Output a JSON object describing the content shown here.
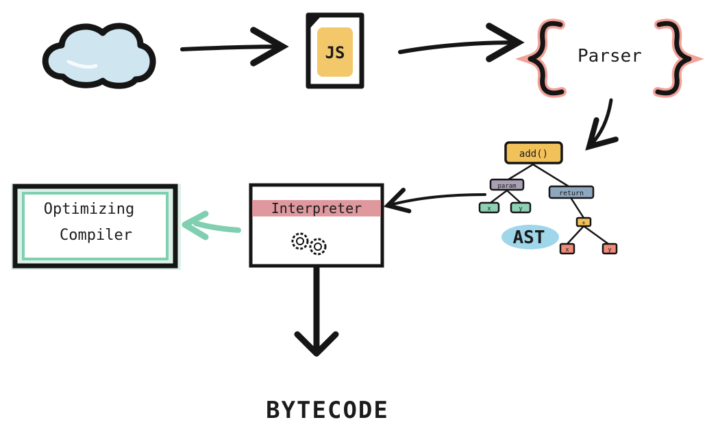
{
  "nodes": {
    "js_file": {
      "label": "JS"
    },
    "parser": {
      "label": "Parser"
    },
    "ast": {
      "label": "AST",
      "root": "add()",
      "params": "param",
      "return": "return",
      "param_x": "x",
      "param_y": "y",
      "op": "+",
      "op_x": "x",
      "op_y": "y"
    },
    "interpreter": {
      "label": "Interpreter"
    },
    "optimizing_compiler": {
      "line1": "Optimizing",
      "line2": "Compiler"
    },
    "bytecode": {
      "label": "BYTECODE"
    }
  },
  "colors": {
    "ink": "#151515",
    "cloud_fill": "#c9e3ef",
    "js_fill": "#f2c25a",
    "parser_accent": "#f08b80",
    "ast_root": "#f2c25a",
    "ast_params": "#a9a0b4",
    "ast_return": "#8ea7bf",
    "ast_leaf_green": "#8fd1b4",
    "ast_leaf_red": "#f28a7a",
    "ast_label_bg": "#8ecfe6",
    "interpreter_band": "#d9868d",
    "compiler_frame": "#7fcfb0"
  },
  "icons": [
    "cloud-icon",
    "js-file-icon",
    "gears-icon"
  ]
}
